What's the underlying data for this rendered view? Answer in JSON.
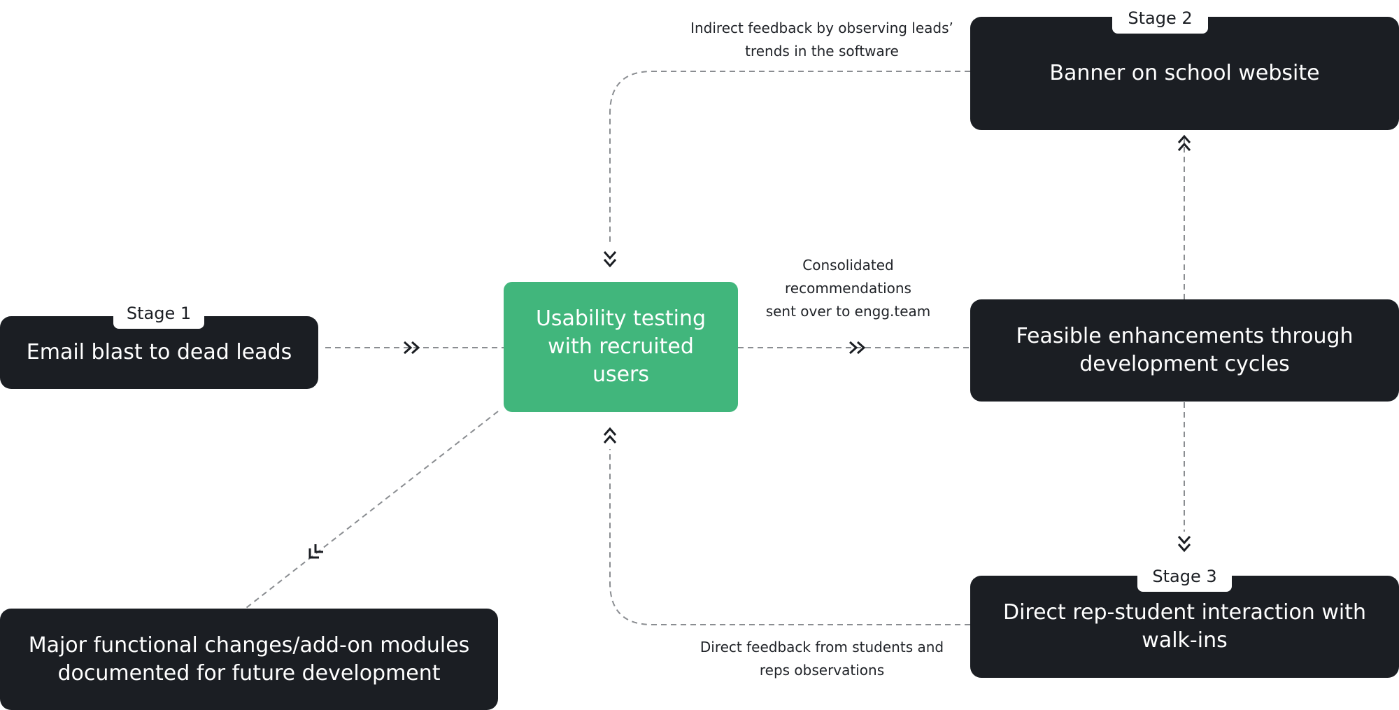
{
  "diagram": {
    "colors": {
      "dark_box": "#1b1e23",
      "accent": "#41b67c",
      "connector": "#8a8d91",
      "arrow": "#1b1e23"
    },
    "nodes": {
      "stage1": {
        "badge": "Stage 1",
        "label": "Email blast to dead leads"
      },
      "center": {
        "label": "Usability testing with recruited users"
      },
      "stage2": {
        "badge": "Stage 2",
        "label": "Banner on school website"
      },
      "enhancements": {
        "label": "Feasible enhancements through development cycles"
      },
      "stage3": {
        "badge": "Stage 3",
        "label": "Direct rep-student interaction with walk-ins"
      },
      "future": {
        "label": "Major functional changes/add-on modules documented for future development"
      }
    },
    "annotations": {
      "indirect_feedback": [
        "Indirect feedback by observing leads’",
        "trends in the software"
      ],
      "consolidated": [
        "Consolidated",
        "recommendations",
        "sent over to engg.team"
      ],
      "direct_feedback": [
        "Direct feedback from students and",
        "reps observations"
      ]
    },
    "connectors": [
      {
        "from": "stage1",
        "to": "center",
        "style": "dashed",
        "arrow": "double-chevron"
      },
      {
        "from": "center",
        "to": "enhancements",
        "style": "dashed",
        "arrow": "double-chevron"
      },
      {
        "from": "enhancements",
        "to": "stage2",
        "style": "dashed",
        "arrow": "double-chevron"
      },
      {
        "from": "enhancements",
        "to": "stage3",
        "style": "dashed",
        "arrow": "double-chevron"
      },
      {
        "from": "stage2",
        "to": "center",
        "style": "dashed",
        "arrow": "double-chevron"
      },
      {
        "from": "stage3",
        "to": "center",
        "style": "dashed",
        "arrow": "double-chevron"
      },
      {
        "from": "center",
        "to": "future",
        "style": "dashed",
        "arrow": "corner"
      }
    ]
  }
}
